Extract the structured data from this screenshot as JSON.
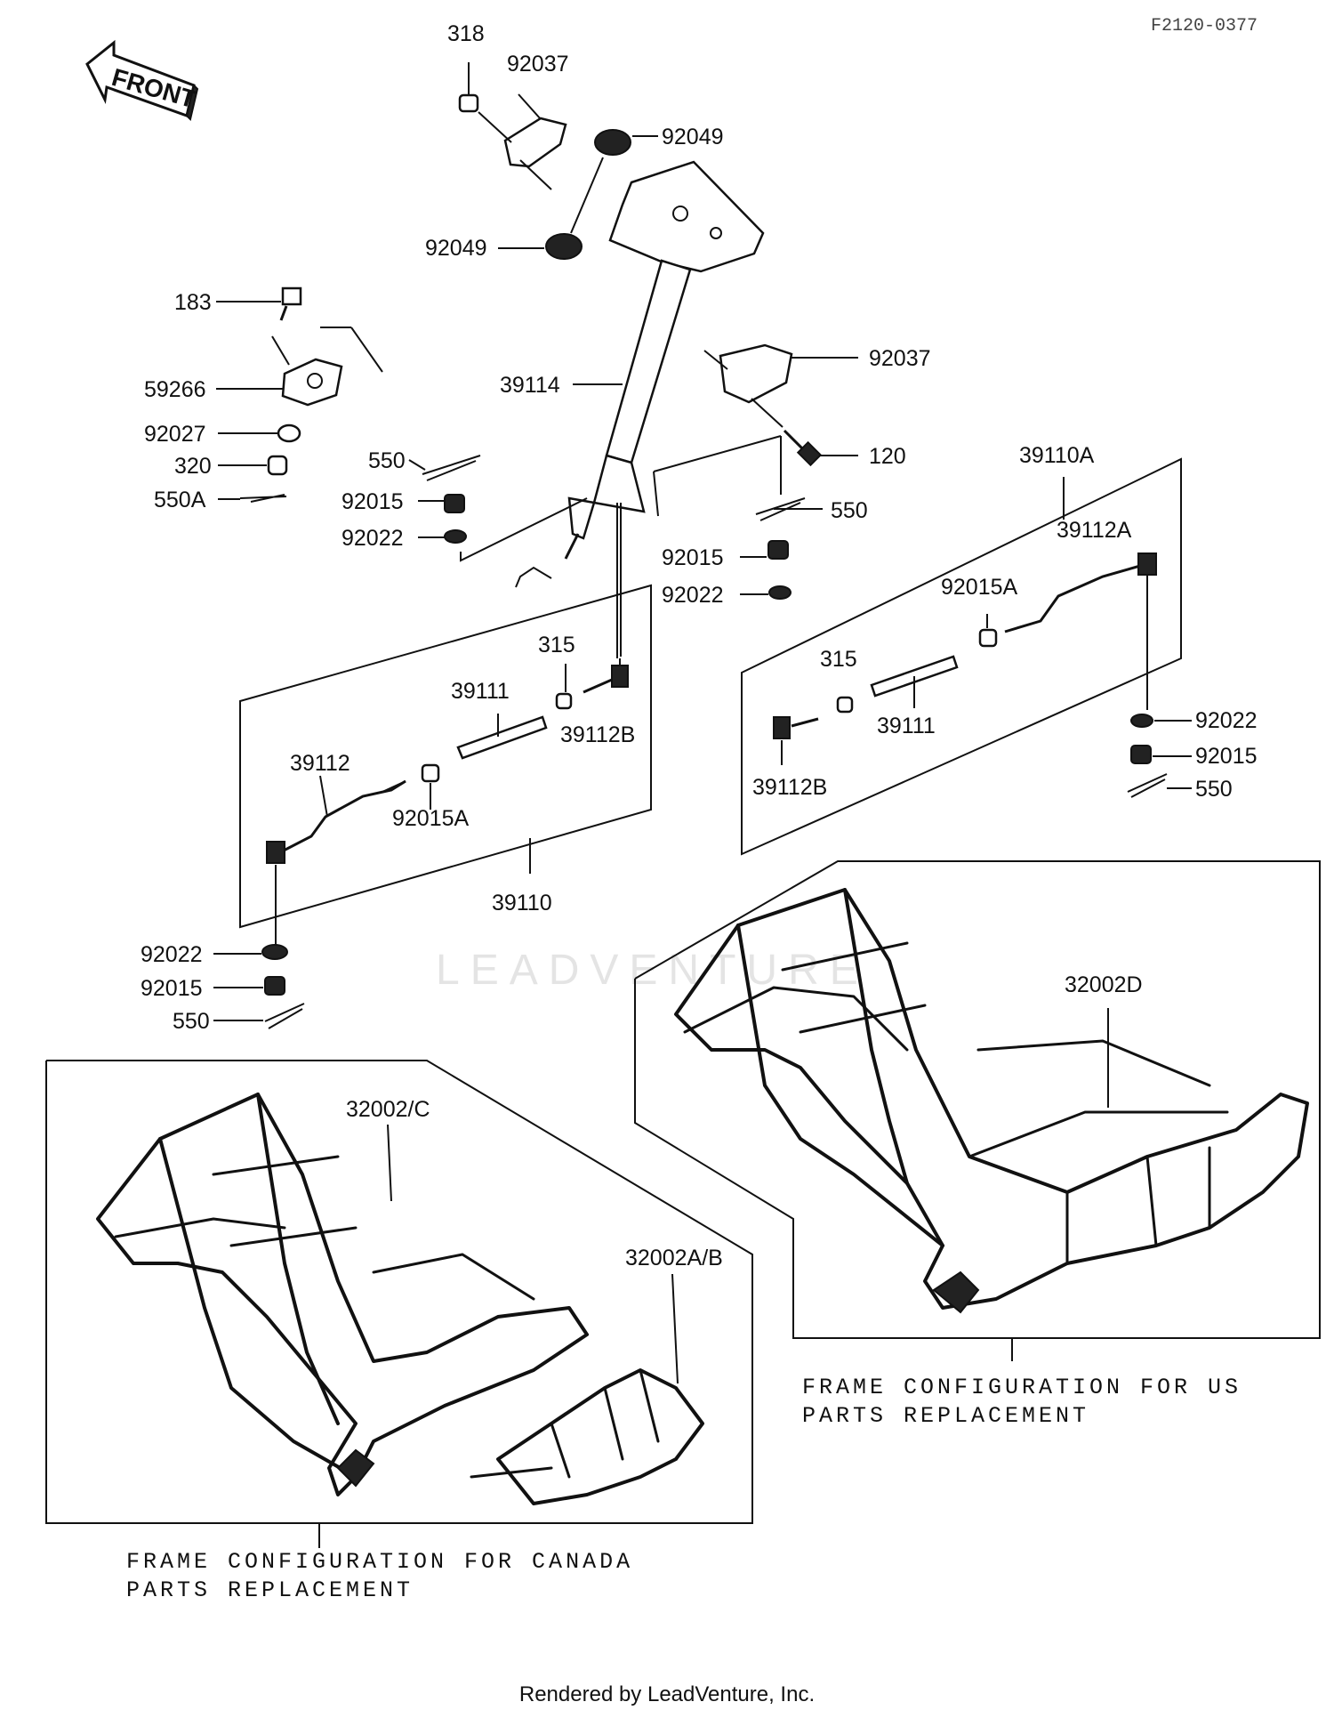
{
  "ref_code": "F2120-0377",
  "front_arrow": {
    "label": "FRONT",
    "icon": "front-arrow-icon"
  },
  "watermark": "LEADVENTURE",
  "footer": "Rendered by LeadVenture, Inc.",
  "parts": {
    "p318": "318",
    "p92037_top": "92037",
    "p92049_top": "92049",
    "p92049_mid": "92049",
    "p183": "183",
    "p59266": "59266",
    "p92027": "92027",
    "p320": "320",
    "p550A": "550A",
    "p39114": "39114",
    "p92037_right": "92037",
    "p120": "120",
    "p550_left": "550",
    "p92015_left": "92015",
    "p92022_left": "92022",
    "p550_mid": "550",
    "p92015_mid": "92015",
    "p92022_mid": "92022",
    "p39110A": "39110A",
    "p39112A": "39112A",
    "p92015A_right": "92015A",
    "p315_right": "315",
    "p39111_right": "39111",
    "p39112B_right": "39112B",
    "p92022_right": "92022",
    "p92015_right": "92015",
    "p550_right": "550",
    "p315_left": "315",
    "p39111_left": "39111",
    "p39112B_left": "39112B",
    "p39112_left": "39112",
    "p92015A_left": "92015A",
    "p39110": "39110",
    "p92022_bot": "92022",
    "p92015_bot": "92015",
    "p550_bot": "550",
    "p32002D": "32002D",
    "p32002C": "32002/C",
    "p32002AB": "32002A/B"
  },
  "captions": {
    "us_line1": "FRAME CONFIGURATION FOR US",
    "us_line2": "PARTS REPLACEMENT",
    "canada_line1": "FRAME CONFIGURATION FOR CANADA",
    "canada_line2": "PARTS REPLACEMENT"
  }
}
